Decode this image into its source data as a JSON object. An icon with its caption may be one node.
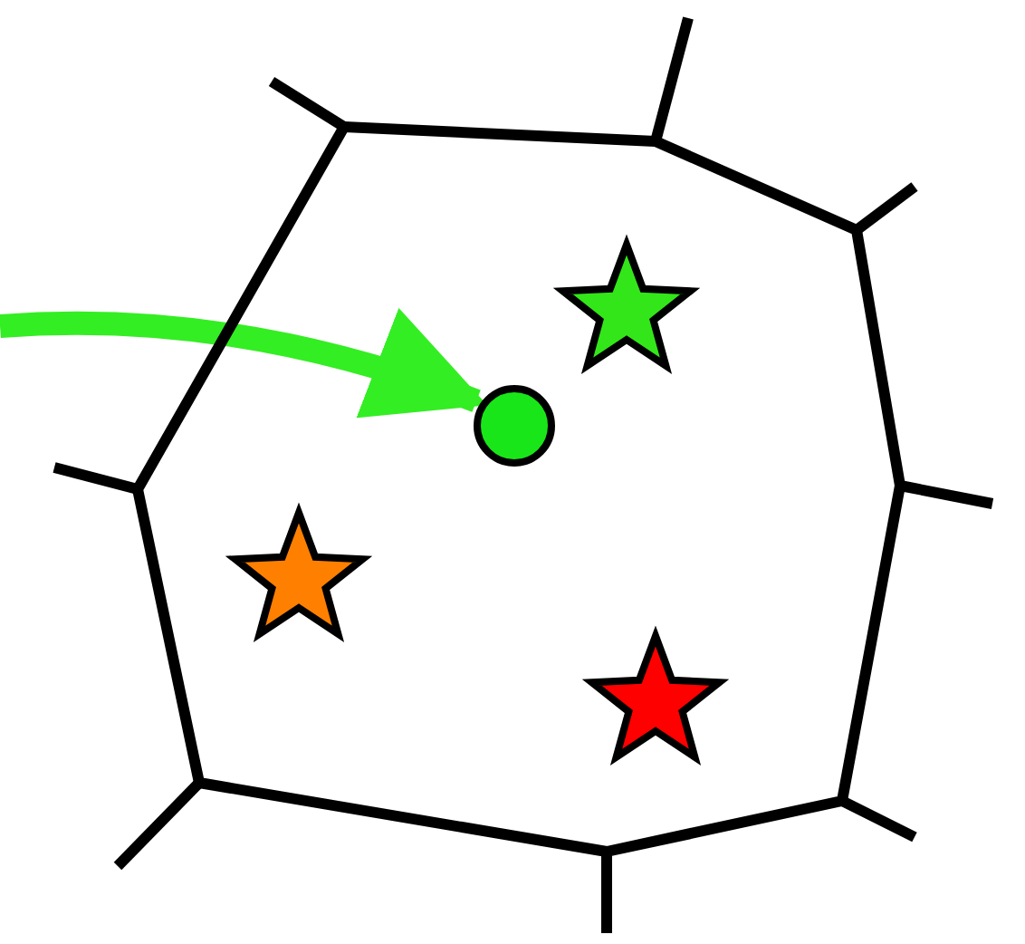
{
  "diagram": {
    "nodes": [
      {
        "text": [],
        "shape": "polygon"
      },
      {
        "text": [],
        "shape": "star",
        "in": 0
      },
      {
        "text": [],
        "shape": "circle",
        "in": 0
      },
      {
        "text": [],
        "shape": "star",
        "in": 0
      },
      {
        "text": [],
        "shape": "star",
        "in": 0
      }
    ],
    "edges": [
      {
        "from": null,
        "to": 2,
        "arrow": "to"
      }
    ]
  }
}
